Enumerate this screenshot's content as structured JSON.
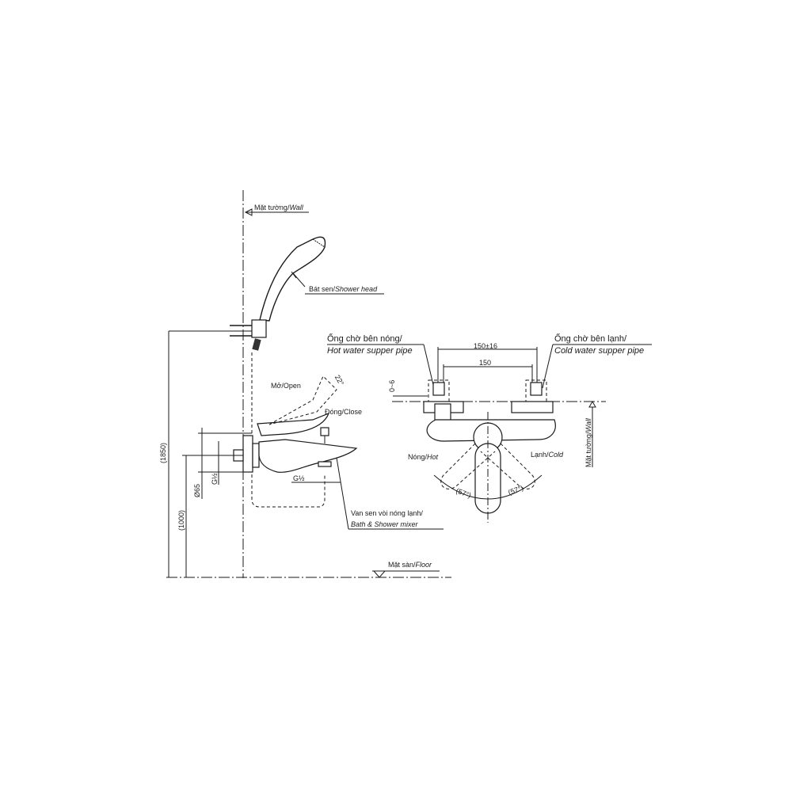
{
  "side_view": {
    "wall_label": {
      "vn": "Mặt tường/",
      "en": "Wall"
    },
    "shower_head_label": {
      "vn": "Bát sen/",
      "en": "Shower head"
    },
    "open_label": "Mở/Open",
    "close_label": "Đóng/Close",
    "angle_open": "22°",
    "dim_height_total": "(1850)",
    "dim_height_mixer": "(1000)",
    "dim_diameter": "Ø65",
    "thread_left": "G½",
    "thread_bottom": "G½",
    "mixer_label": {
      "vn": "Van sen vòi nóng lạnh/",
      "en": "Bath & Shower mixer"
    },
    "floor_label": {
      "vn": "Mặt sàn/",
      "en": "Floor"
    }
  },
  "front_view": {
    "hot_pipe_label": {
      "vn": "Ống chờ bên nóng/",
      "en": "Hot water supper pipe"
    },
    "cold_pipe_label": {
      "vn": "Ống chờ bên lạnh/",
      "en": "Cold water supper pipe"
    },
    "dim_outer": "150±16",
    "dim_inner": "150",
    "dim_offset": "0~6",
    "wall_label": {
      "vn": "Mặt tường/",
      "en": "Wall"
    },
    "hot_label": {
      "vn": "Nóng/",
      "en": "Hot"
    },
    "cold_label": {
      "vn": "Lạnh/",
      "en": "Cold"
    },
    "angle_left": "(57°)",
    "angle_right": "(57°)"
  }
}
